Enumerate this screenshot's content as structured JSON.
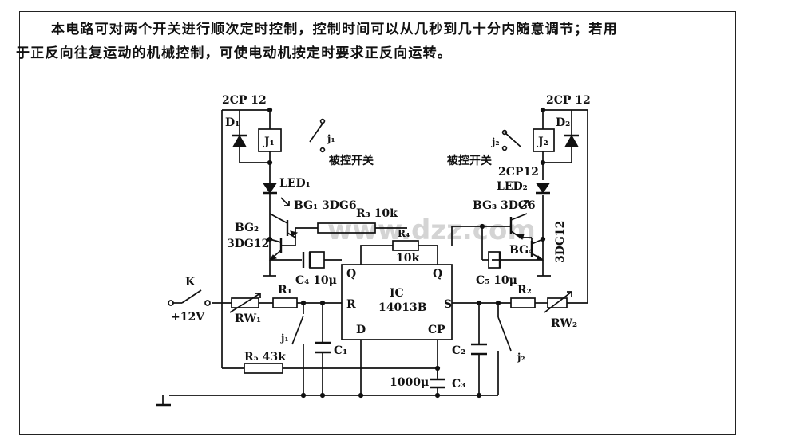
{
  "description_text": {
    "line1": "本电路可对两个开关进行顺次定时控制，控制时间可以从几秒到几十分内随意调节；若用",
    "line2": "于正反向往复运动的机械控制，可使电动机按定时要求正反向运转。"
  },
  "labels": {
    "diode_left_type": "2CP 12",
    "diode_right_type": "2CP 12",
    "d1": "D₁",
    "d2": "D₂",
    "relay1": "J₁",
    "relay2": "J₂",
    "contact_j1_top": "j₁",
    "contact_j2_top": "j₂",
    "controlled_switch_left": "被控开关",
    "controlled_switch_right": "被控开关",
    "led1": "LED₁",
    "led2": "LED₂",
    "led2_type": "2CP12",
    "bg1": "BG₁ 3DG6",
    "bg3": "BG₃ 3DG6",
    "bg2": "BG₂",
    "bg2_type": "3DG12",
    "bg4": "BG₄",
    "bg4_type": "3DG12",
    "r3": "R₃ 10k",
    "r4": "R₄",
    "r4_value": "10k",
    "c4": "C₄ 10μ",
    "c5": "C₅ 10μ",
    "ic_q_left": "Q",
    "ic_q_right": "Q",
    "ic_name": "IC",
    "ic_type": "14013B",
    "ic_r": "R",
    "ic_s": "S",
    "ic_d": "D",
    "ic_cp": "CP",
    "switch_k": "K",
    "supply": "+12V",
    "rw1": "RW₁",
    "rw2": "RW₂",
    "r1": "R₁",
    "r2": "R₂",
    "contact_j1_low": "j₁",
    "contact_j2_low": "j₂",
    "c1": "C₁",
    "c2": "C₂",
    "r5": "R₅ 43k",
    "c3_value": "1000μ",
    "c3": "C₃"
  },
  "watermark": "www.dzz.com"
}
